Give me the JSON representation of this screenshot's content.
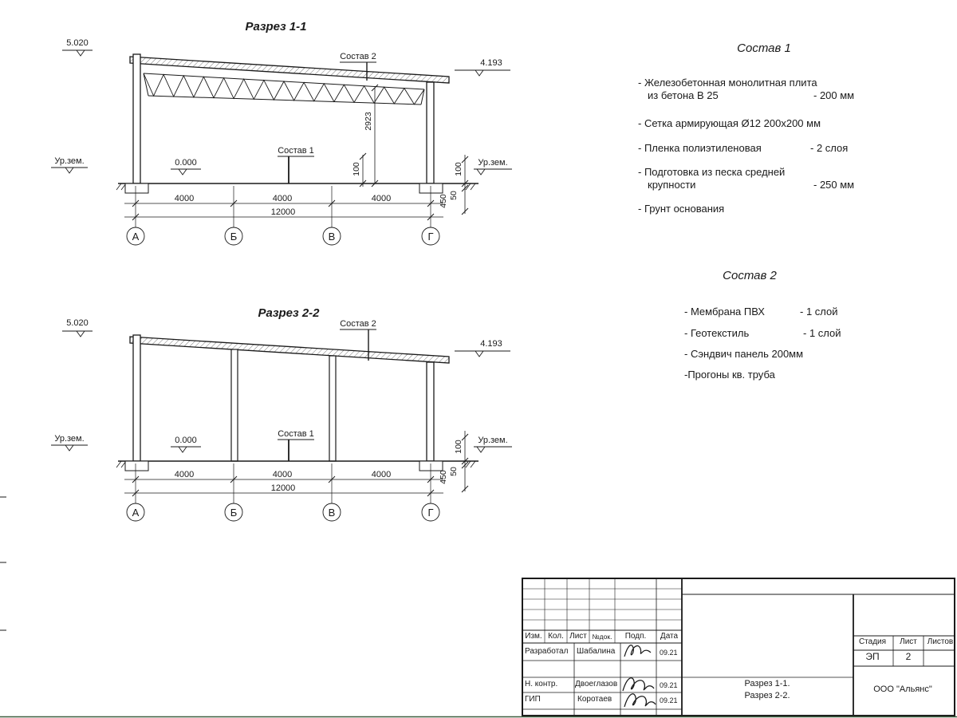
{
  "d1": {
    "title": "Разрез 1-1",
    "elev_left": "5.020",
    "elev_right": "4.193",
    "ground_left": "Ур.зем.",
    "ground_right": "Ур.зем.",
    "zero_mark": "0.000",
    "callout_roof": "Состав 2",
    "callout_floor": "Состав 1",
    "dim_height": "2923",
    "dim_slab": "100",
    "dim_r100": "100",
    "dim_r450": "450",
    "dim_r50": "50",
    "spans": [
      "4000",
      "4000",
      "4000"
    ],
    "total": "12000",
    "axes": [
      "А",
      "Б",
      "В",
      "Г"
    ]
  },
  "d2": {
    "title": "Разрез 2-2",
    "elev_left": "5.020",
    "elev_right": "4.193",
    "ground_left": "Ур.зем.",
    "ground_right": "Ур.зем.",
    "zero_mark": "0.000",
    "callout_roof": "Состав 2",
    "callout_floor": "Состав 1",
    "dim_r100": "100",
    "dim_r450": "450",
    "dim_r50": "50",
    "spans": [
      "4000",
      "4000",
      "4000"
    ],
    "total": "12000",
    "axes": [
      "А",
      "Б",
      "В",
      "Г"
    ]
  },
  "spec1": {
    "title": "Состав 1",
    "items": [
      {
        "l1": "- Железобетонная  монолитная плита",
        "l2": "из бетона В 25",
        "v": "- 200 мм"
      },
      {
        "l1": "- Сетка армирующая Ø12 200х200 мм"
      },
      {
        "l1": "- Пленка полиэтиленовая",
        "v": "- 2 слоя"
      },
      {
        "l1": "- Подготовка из песка средней",
        "l2": "крупности",
        "v": "- 250 мм"
      },
      {
        "l1": "- Грунт основания"
      }
    ]
  },
  "spec2": {
    "title": "Состав 2",
    "items": [
      {
        "l1": "- Мембрана ПВХ",
        "v": "- 1 слой"
      },
      {
        "l1": "- Геотекстиль",
        "v": "- 1 слой"
      },
      {
        "l1": "- Сэндвич панель 200мм"
      },
      {
        "l1": "-Прогоны кв. труба"
      }
    ]
  },
  "tb": {
    "cols": [
      "Изм.",
      "Кол.",
      "Лист",
      "№док.",
      "Подп.",
      "Дата"
    ],
    "rows": [
      {
        "role": "Разработал",
        "name": "Шабалина",
        "date": "09.21"
      },
      {
        "role": "Н. контр.",
        "name": "Двоеглазов",
        "date": "09.21"
      },
      {
        "role": "ГИП",
        "name": "Коротаев",
        "date": "09.21"
      }
    ],
    "doc1": "Разрез 1-1.",
    "doc2": "Разрез 2-2.",
    "stage_label": "Стадия",
    "sheet_label": "Лист",
    "sheets_label": "Листов",
    "stage": "ЭП",
    "sheet": "2",
    "company": "ООО \"Альянс\""
  },
  "colors": {
    "line": "#1a1a1a",
    "background": "#ffffff"
  }
}
